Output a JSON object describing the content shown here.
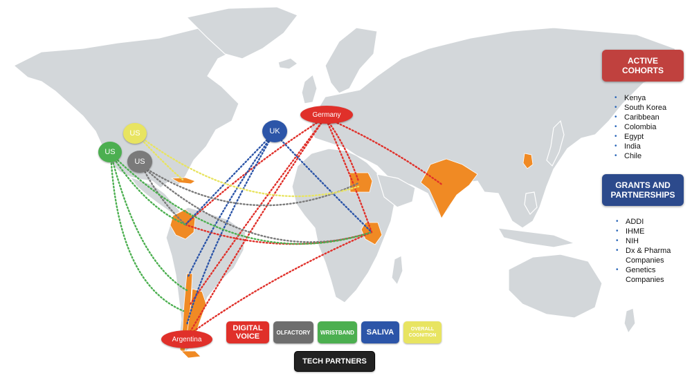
{
  "map": {
    "land_color": "#d3d7da",
    "highlight_color": "#f08a24",
    "highlighted_countries": [
      "Kenya",
      "South Korea",
      "Caribbean",
      "Colombia",
      "Egypt",
      "India",
      "Chile",
      "Argentina"
    ]
  },
  "nodes": {
    "us_overall": {
      "label": "US",
      "color": "#e8e461"
    },
    "us_wristband": {
      "label": "US",
      "color": "#4caf50"
    },
    "us_olfactory": {
      "label": "US",
      "color": "#7a7a7a"
    },
    "uk": {
      "label": "UK",
      "color": "#2c55a8"
    },
    "germany": {
      "label": "Germany",
      "color": "#e0302a"
    },
    "argentina": {
      "label": "Argentina",
      "color": "#e0302a"
    }
  },
  "active_cohorts": {
    "title_line1": "ACTIVE",
    "title_line2": "COHORTS",
    "color": "#c0413e",
    "items": [
      "Kenya",
      "South Korea",
      "Caribbean",
      "Colombia",
      "Egypt",
      "India",
      "Chile"
    ]
  },
  "grants": {
    "title_line1": "GRANTS AND",
    "title_line2": "PARTNERSHIPS",
    "color": "#2c4a8c",
    "items": [
      "ADDI",
      "IHME",
      "NIH",
      "Dx & Pharma",
      "Companies",
      "Genetics",
      "Companies"
    ]
  },
  "legend": {
    "digital_voice": {
      "line1": "DIGITAL",
      "line2": "VOICE",
      "color": "#e0302a"
    },
    "olfactory": {
      "label": "OLFACTORY",
      "color": "#6e6e6e"
    },
    "wristband": {
      "label": "WRISTBAND",
      "color": "#4caf50"
    },
    "saliva": {
      "label": "SALIVA",
      "color": "#2c55a8"
    },
    "overall_cognition": {
      "line1": "OVERALL",
      "line2": "COGNITION",
      "color": "#e8e461"
    },
    "tech_partners": {
      "label": "TECH PARTNERS",
      "color": "#222222"
    }
  },
  "route_colors": {
    "digital_voice": "#e0302a",
    "olfactory": "#7a7a7a",
    "wristband": "#4caf50",
    "saliva": "#2c55a8",
    "overall_cognition": "#e8e461"
  }
}
